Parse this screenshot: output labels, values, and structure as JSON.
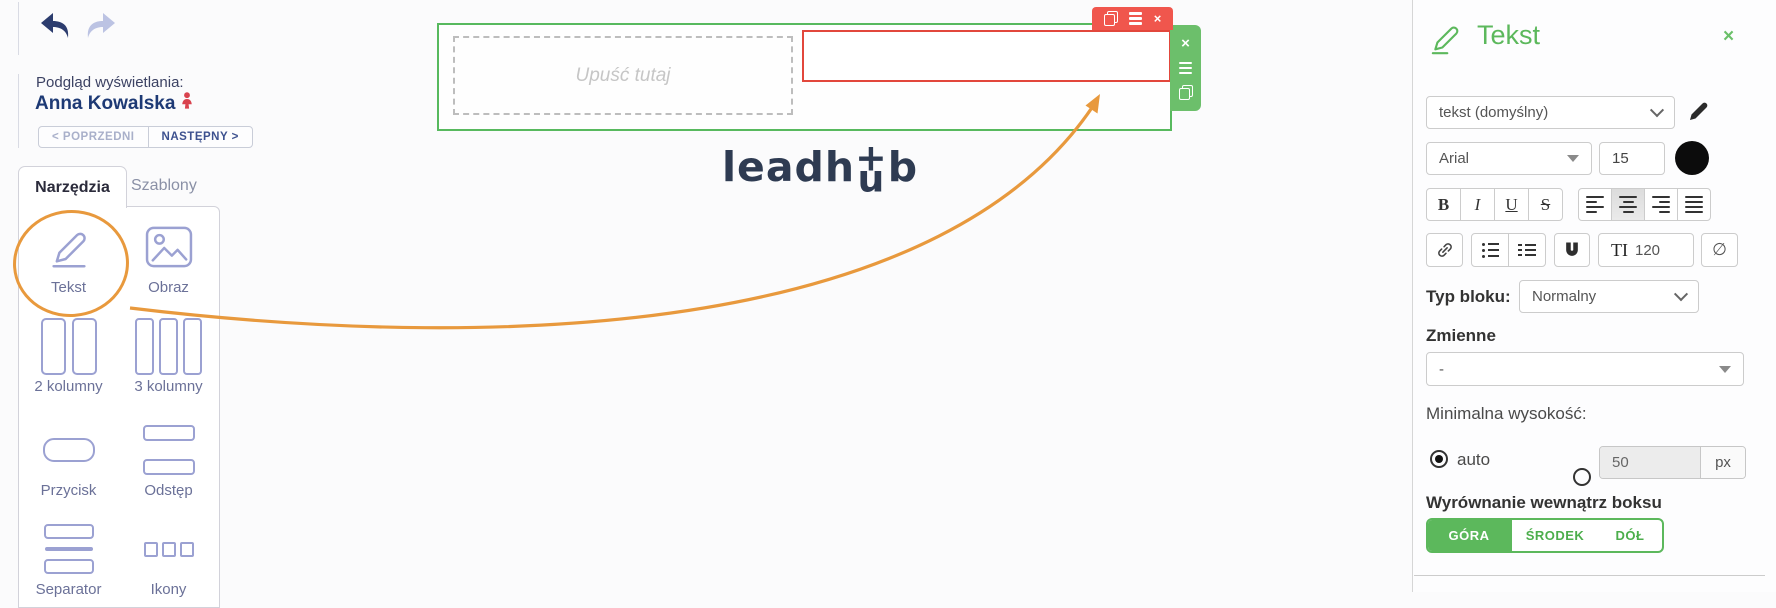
{
  "topbar": {
    "preview_label": "Podgląd wyświetlania:",
    "preview_name": "Anna Kowalska",
    "prev_label": "< POPRZEDNI",
    "next_label": "NASTĘPNY >"
  },
  "sidebar": {
    "tabs": [
      {
        "label": "Narzędzia"
      },
      {
        "label": "Szablony"
      }
    ],
    "tools": [
      {
        "label": "Tekst"
      },
      {
        "label": "Obraz"
      },
      {
        "label": "2 kolumny"
      },
      {
        "label": "3 kolumny"
      },
      {
        "label": "Przycisk"
      },
      {
        "label": "Odstęp"
      },
      {
        "label": "Separator"
      },
      {
        "label": "Ikony"
      }
    ]
  },
  "canvas": {
    "dropzone": "Upuść tutaj",
    "logo": {
      "pre": "leadh",
      "plus": "+",
      "u": "u",
      "post": "b"
    }
  },
  "icons": {
    "close": "×",
    "clear_format": "∅"
  },
  "panel": {
    "title": "Tekst",
    "style_select": "tekst (domyślny)",
    "font": {
      "family": "Arial",
      "size": "15"
    },
    "format": {
      "bold": "B",
      "italic": "I",
      "underline": "U",
      "strike": "S"
    },
    "line_height": {
      "label": "TI",
      "value": "120"
    },
    "typ_bloku": {
      "label": "Typ bloku:",
      "value": "Normalny"
    },
    "zmienne": {
      "label": "Zmienne",
      "value": "-"
    },
    "min_height": {
      "label": "Minimalna wysokość:",
      "auto_label": "auto",
      "value": "50",
      "unit": "px"
    },
    "align_box": {
      "label": "Wyrównanie wewnątrz boksu",
      "options": [
        "GÓRA",
        "ŚRODEK",
        "DÓŁ"
      ]
    }
  },
  "colors": {
    "green": "#5cb85c",
    "red": "#f0564d",
    "orange": "#e8993d",
    "navy": "#233a72",
    "lavender": "#9ba1d2"
  }
}
